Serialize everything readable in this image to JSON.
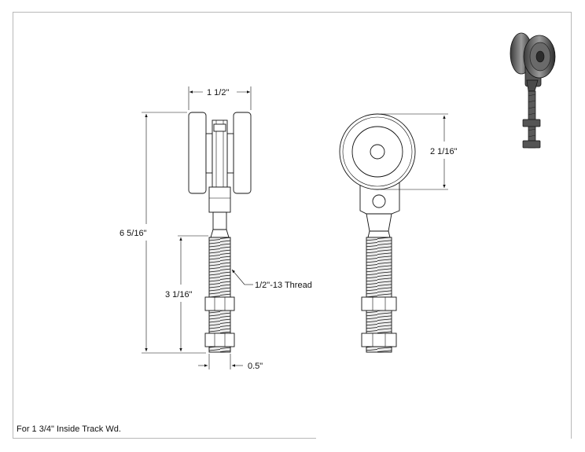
{
  "dimensions": {
    "width_label": "1 1/2\"",
    "height_label": "6 5/16\"",
    "stem_label": "3 1/16\"",
    "thread_label": "1/2\"-13 Thread",
    "diameter_label": "2 1/16\"",
    "bolt_label": "0.5\""
  },
  "footer": {
    "note": "For 1 3/4\" Inside Track Wd."
  }
}
